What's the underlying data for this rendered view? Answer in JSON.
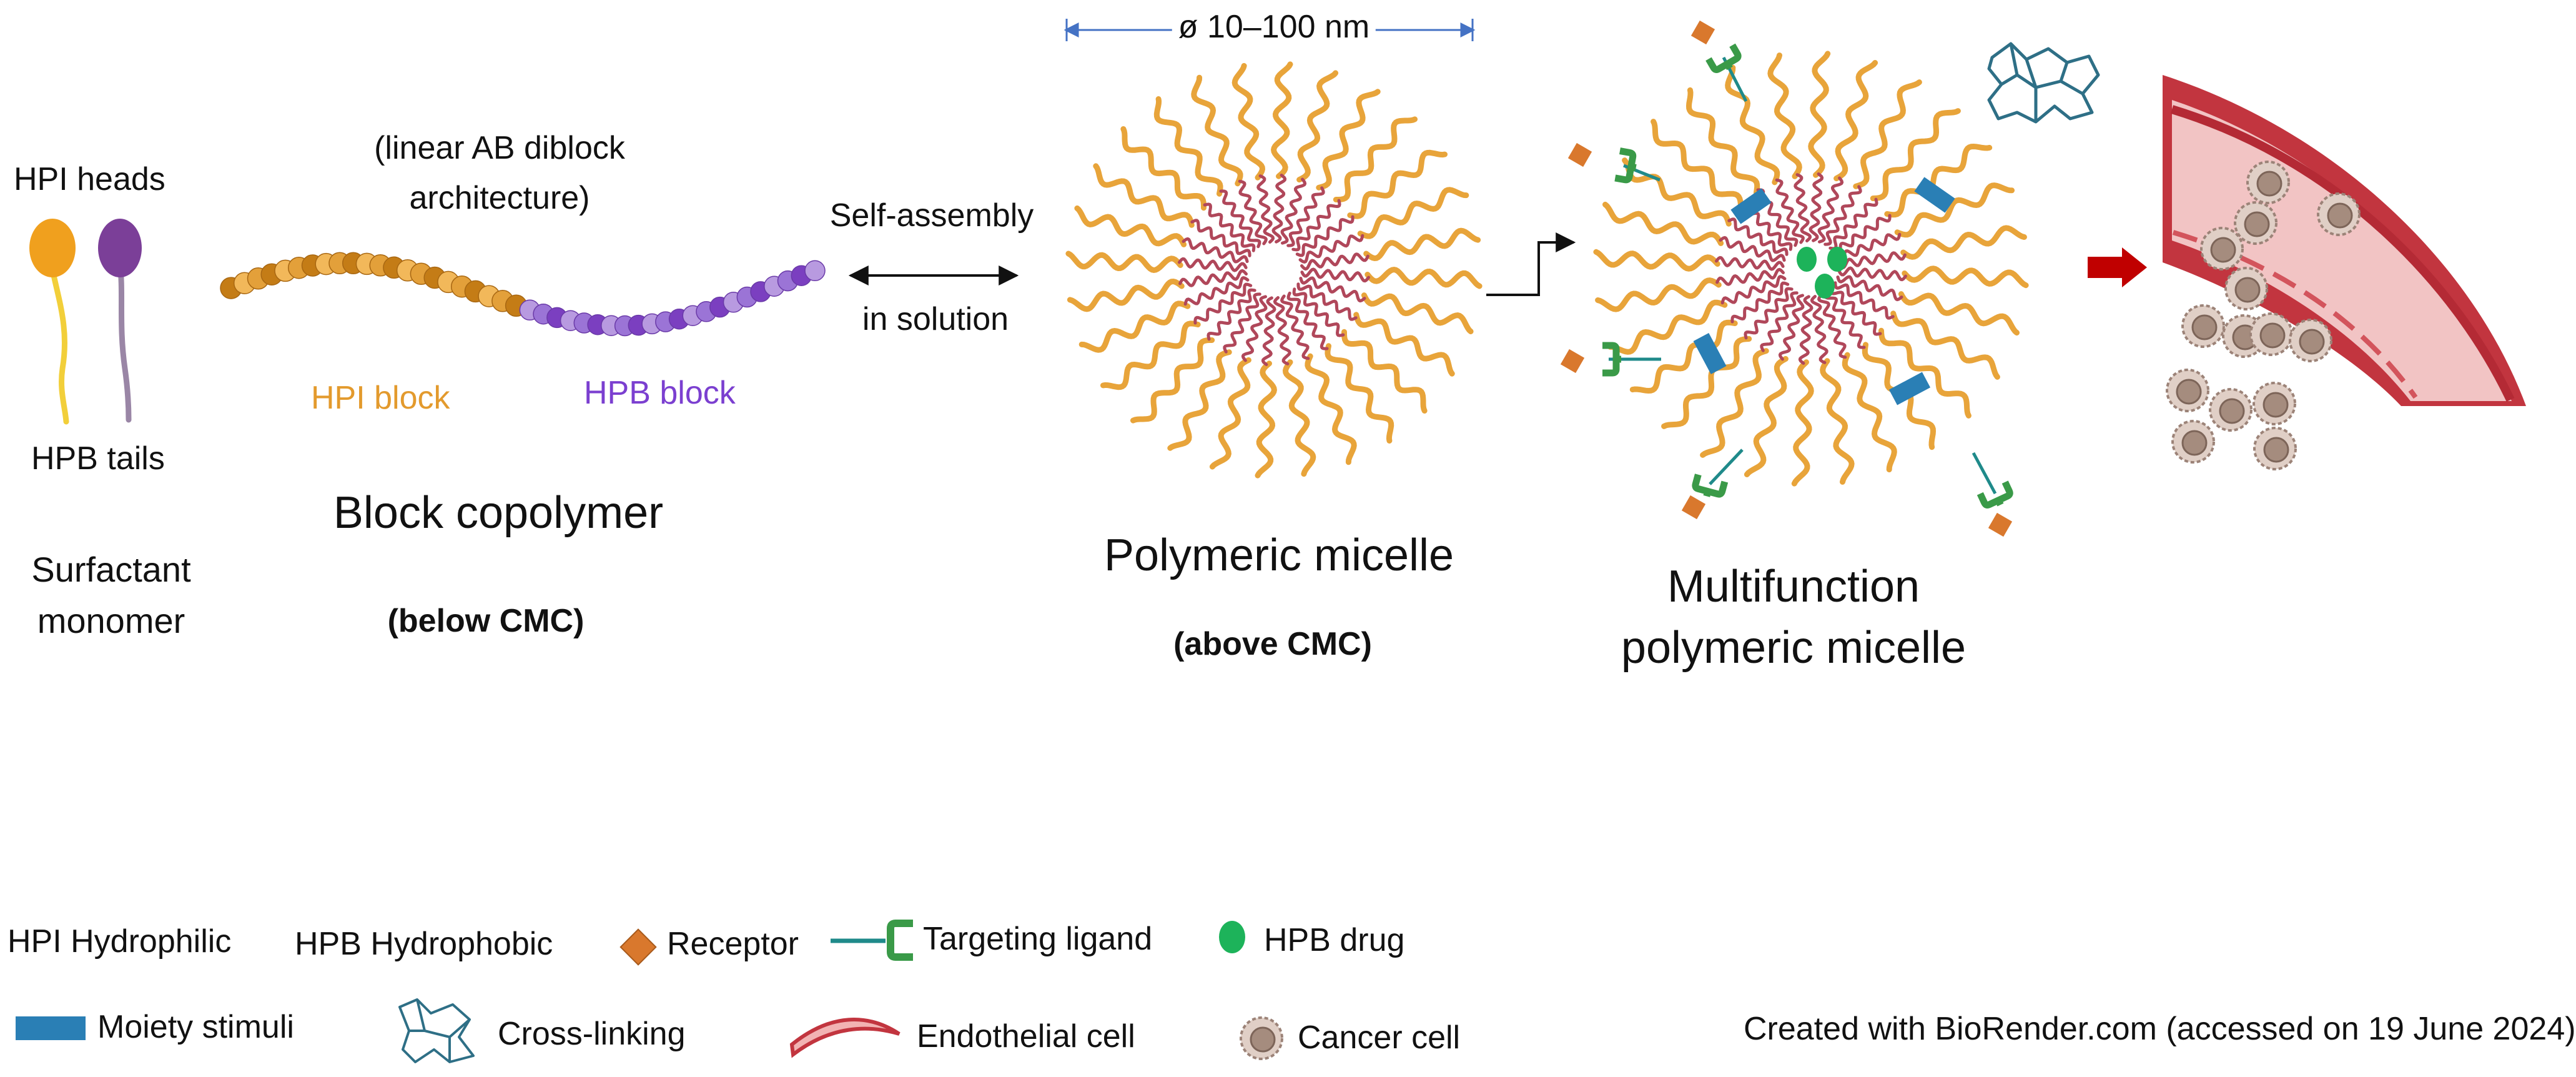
{
  "monomer": {
    "heads_label": "HPI heads",
    "tails_label": "HPB tails",
    "title_line1": "Surfactant",
    "title_line2": "monomer",
    "head_color_hpi": "#f0a01e",
    "head_color_hpb": "#7b3f98"
  },
  "copolymer": {
    "arch_line1": "(linear AB diblock",
    "arch_line2": "architecture)",
    "hpi_block_label": "HPI block",
    "hpb_block_label": "HPB block",
    "title": "Block copolymer",
    "condition": "(below CMC)",
    "hpi_color": "#e39a2d",
    "hpb_color": "#7b3fd0"
  },
  "assembly": {
    "line1": "Self-assembly",
    "line2": "in solution"
  },
  "micelle": {
    "size_label": "ø 10–100 nm",
    "title": "Polymeric micelle",
    "condition": "(above CMC)",
    "corona_color": "#e8a43a",
    "core_color": "#b0475a"
  },
  "multifunction": {
    "title_line1": "Multifunction",
    "title_line2": "polymeric micelle"
  },
  "legend": {
    "hpi": "HPI Hydrophilic",
    "hpb": "HPB Hydrophobic",
    "receptor": "Receptor",
    "ligand": "Targeting ligand",
    "drug": "HPB drug",
    "moiety": "Moiety stimuli",
    "crosslink": "Cross-linking",
    "endothelial": "Endothelial cell",
    "cancer": "Cancer cell"
  },
  "credit": "Created with BioRender.com (accessed on 19 June 2024)",
  "colors": {
    "receptor": "#d9782d",
    "ligand": "#3a9a48",
    "ligand_stem": "#1f8a8a",
    "drug": "#1db35a",
    "moiety": "#2a7fb5",
    "crosslink": "#2e6f86",
    "vessel": "#c2353f",
    "vessel_inner": "#f2c4c4",
    "cancer": "#a58c7e",
    "arrow_red": "#c00000",
    "dim_arrow": "#4472c4"
  }
}
